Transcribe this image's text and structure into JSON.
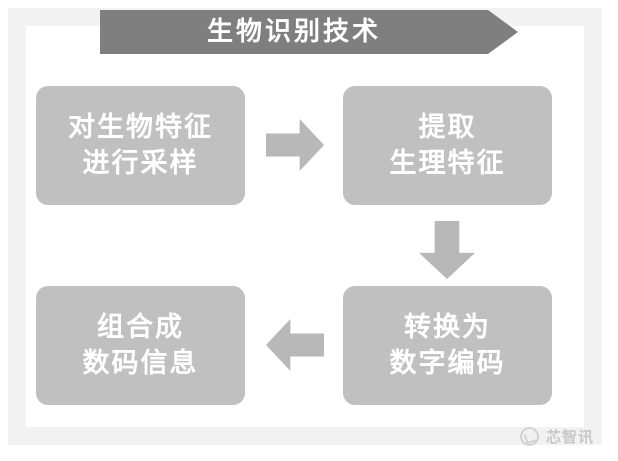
{
  "diagram": {
    "title": "生物识别技术",
    "type": "flowchart",
    "frame": {
      "border_color": "#f2f2f2",
      "panel_color": "#ffffff"
    },
    "colors": {
      "banner": "#7f7f7f",
      "box_fill": "#c0c0c0",
      "box_text": "#ffffff",
      "arrow": "#b8b8b8",
      "watermark_text": "#8f8f8f"
    },
    "nodes": [
      {
        "id": "sample",
        "lines": [
          "对生物特征",
          "进行采样"
        ],
        "position": "top-left"
      },
      {
        "id": "extract",
        "lines": [
          "提取",
          "生理特征"
        ],
        "position": "top-right"
      },
      {
        "id": "convert",
        "lines": [
          "转换为",
          "数字编码"
        ],
        "position": "bottom-right"
      },
      {
        "id": "combine",
        "lines": [
          "组合成",
          "数码信息"
        ],
        "position": "bottom-left"
      }
    ],
    "connectors": [
      {
        "id": "sample-to-extract",
        "icon": "arrow-right-icon",
        "from": "sample",
        "to": "extract",
        "direction": "right"
      },
      {
        "id": "extract-to-convert",
        "icon": "arrow-down-icon",
        "from": "extract",
        "to": "convert",
        "direction": "down"
      },
      {
        "id": "convert-to-combine",
        "icon": "arrow-left-icon",
        "from": "convert",
        "to": "combine",
        "direction": "left"
      }
    ]
  },
  "watermark": {
    "icon": "circle-logo-icon",
    "text": "芯智讯"
  }
}
